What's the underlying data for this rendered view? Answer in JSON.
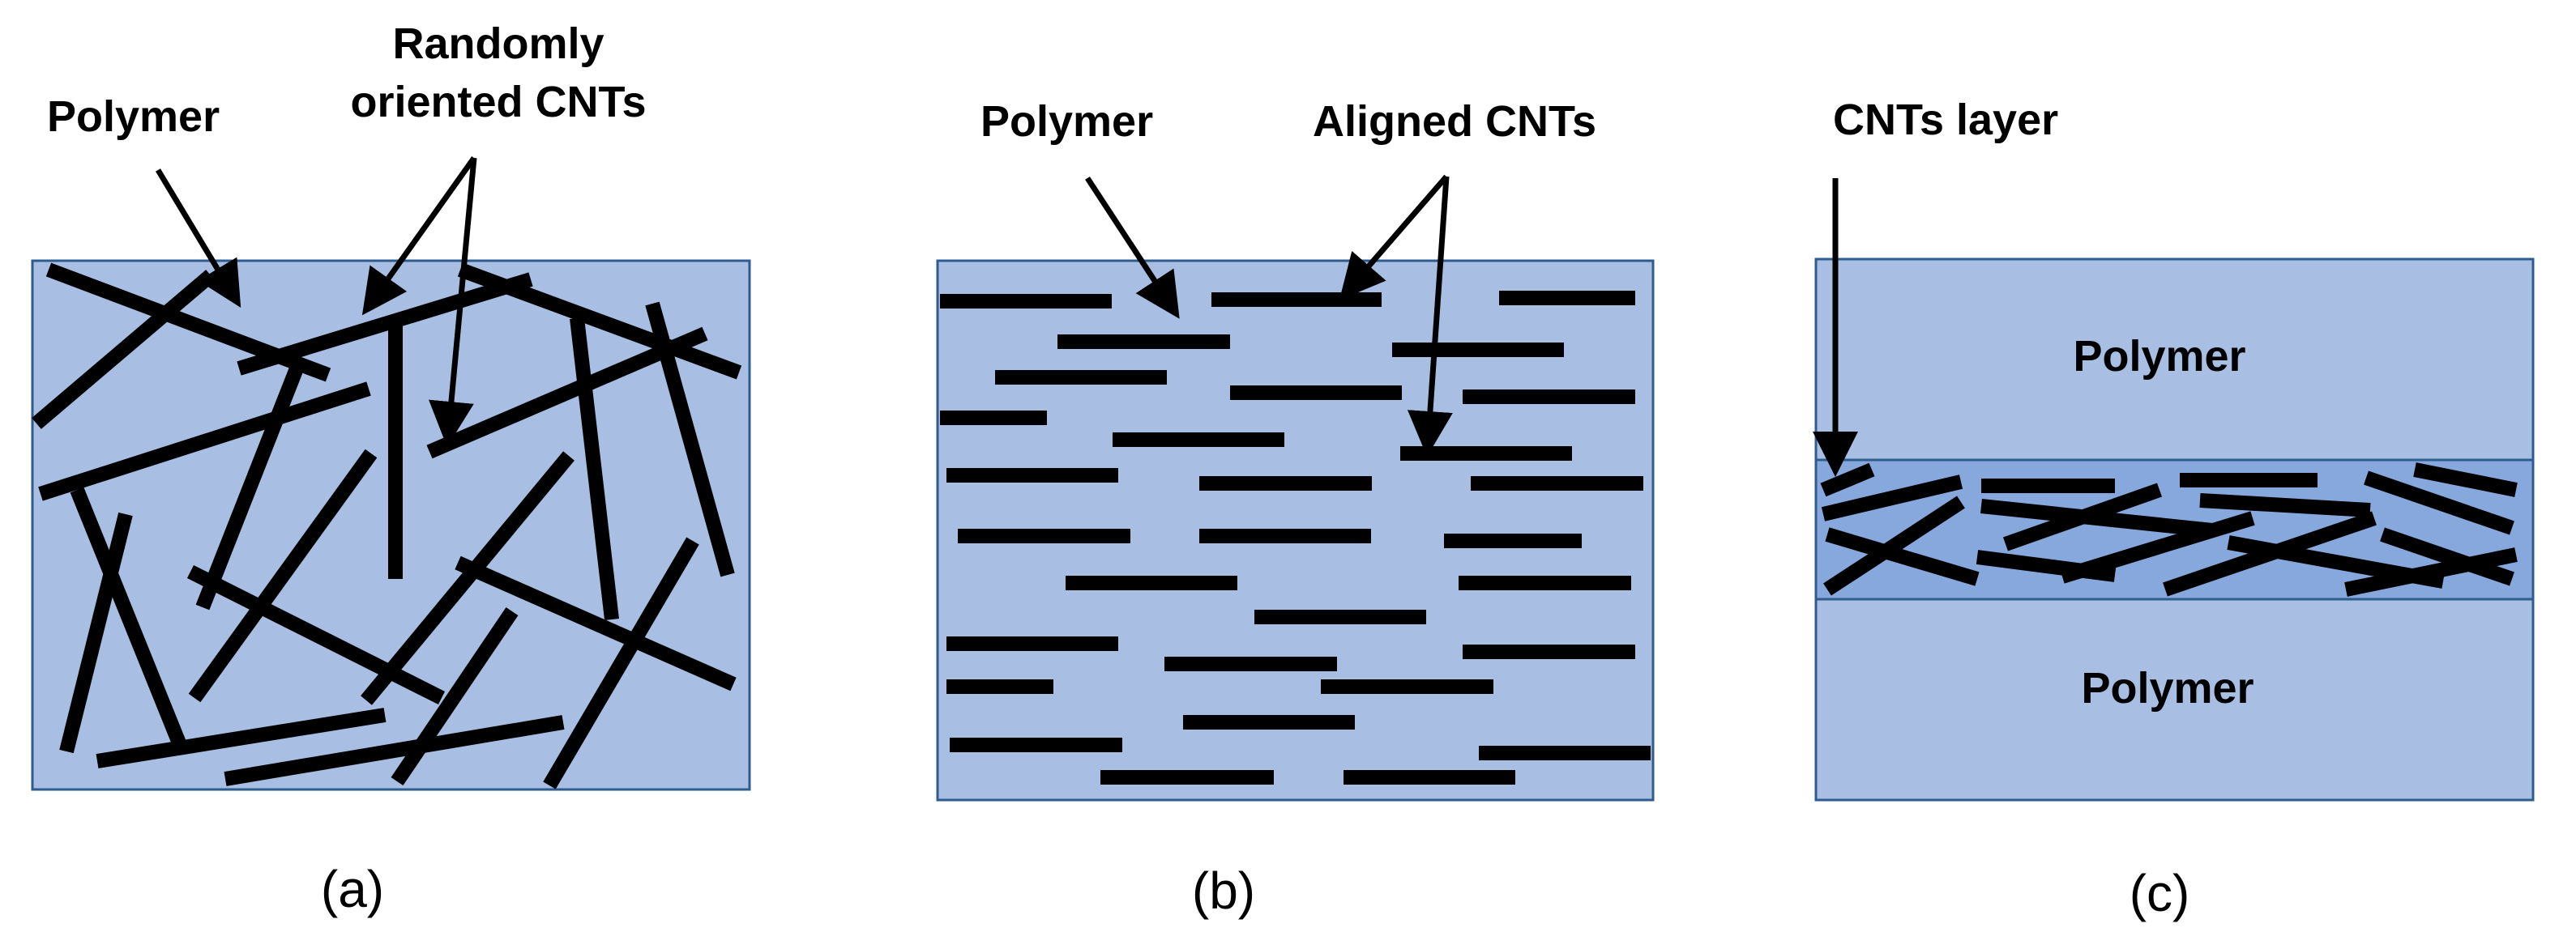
{
  "panel_a": {
    "label_polymer": "Polymer",
    "label_cnt_line1": "Randomly",
    "label_cnt_line2": "oriented CNTs",
    "caption": "(a)"
  },
  "panel_b": {
    "label_polymer": "Polymer",
    "label_cnt": "Aligned CNTs",
    "caption": "(b)"
  },
  "panel_c": {
    "label_cnt_layer": "CNTs layer",
    "label_polymer_top": "Polymer",
    "label_polymer_bottom": "Polymer",
    "caption": "(c)"
  },
  "colors": {
    "polymer_fill": "#a8bfe3",
    "cnt_layer_fill": "#86a8dc",
    "border": "#2e5c8f",
    "cnt": "#000000"
  }
}
